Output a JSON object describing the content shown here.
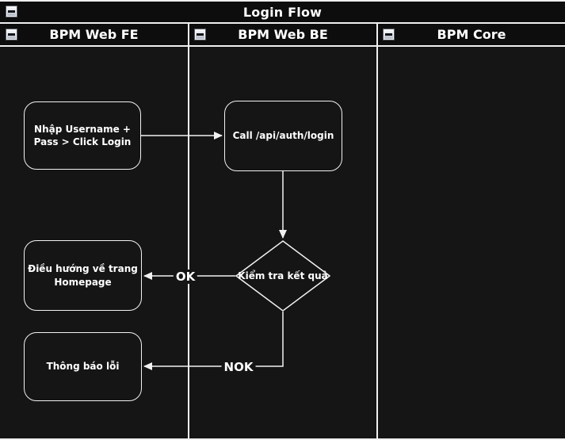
{
  "pool": {
    "title": "Login Flow",
    "collapse_icon": "minus-icon"
  },
  "lanes": [
    {
      "label": "BPM Web FE",
      "collapse_icon": "minus-icon"
    },
    {
      "label": "BPM Web BE",
      "collapse_icon": "minus-icon"
    },
    {
      "label": "BPM Core",
      "collapse_icon": "minus-icon"
    }
  ],
  "nodes": [
    {
      "id": "input-credentials",
      "shape": "rounded-rectangle",
      "lane": "BPM Web FE",
      "label": "Nhập Username + Pass > Click Login"
    },
    {
      "id": "call-login-api",
      "shape": "rounded-rectangle",
      "lane": "BPM Web BE",
      "label": "Call /api/auth/login"
    },
    {
      "id": "check-result",
      "shape": "decision-diamond",
      "lane": "BPM Web BE",
      "label": "Kiểm tra kết quả"
    },
    {
      "id": "navigate-homepage",
      "shape": "rounded-rectangle",
      "lane": "BPM Web FE",
      "label": "Điều hướng về trang Homepage"
    },
    {
      "id": "error-notification",
      "shape": "rounded-rectangle",
      "lane": "BPM Web FE",
      "label": "Thông báo lỗi"
    }
  ],
  "edges": [
    {
      "from": "input-credentials",
      "to": "call-login-api",
      "label": ""
    },
    {
      "from": "call-login-api",
      "to": "check-result",
      "label": ""
    },
    {
      "from": "check-result",
      "to": "navigate-homepage",
      "label": "OK"
    },
    {
      "from": "check-result",
      "to": "error-notification",
      "label": "NOK"
    }
  ],
  "colors": {
    "canvas_background": "#151515",
    "header_background": "#0d0d0d",
    "stroke": "#f2f2f2",
    "text": "#ffffff"
  }
}
